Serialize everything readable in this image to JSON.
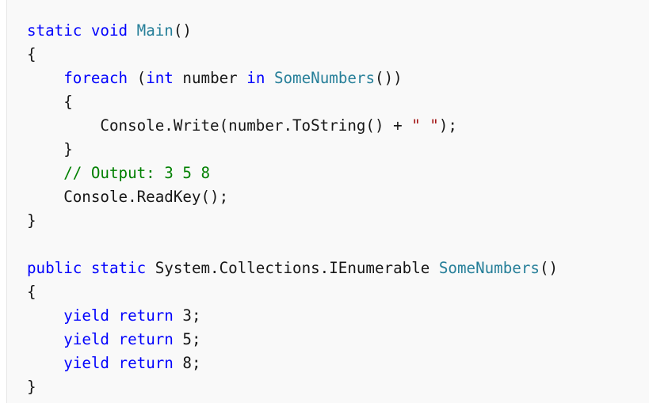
{
  "code": {
    "language": "C#",
    "colors": {
      "keyword": "#0101fd",
      "type_or_method": "#267f99",
      "string": "#a31515",
      "comment": "#008000",
      "plain": "#171717",
      "background": "#f9f9f9"
    },
    "lines": [
      [
        {
          "t": "static",
          "k": "kw"
        },
        {
          "t": " ",
          "k": "pl"
        },
        {
          "t": "void",
          "k": "kw"
        },
        {
          "t": " ",
          "k": "pl"
        },
        {
          "t": "Main",
          "k": "fn"
        },
        {
          "t": "()",
          "k": "pl"
        }
      ],
      [
        {
          "t": "{",
          "k": "pl"
        }
      ],
      [
        {
          "t": "    ",
          "k": "pl"
        },
        {
          "t": "foreach",
          "k": "kw"
        },
        {
          "t": " (",
          "k": "pl"
        },
        {
          "t": "int",
          "k": "kw"
        },
        {
          "t": " number ",
          "k": "pl"
        },
        {
          "t": "in",
          "k": "kw"
        },
        {
          "t": " ",
          "k": "pl"
        },
        {
          "t": "SomeNumbers",
          "k": "fn"
        },
        {
          "t": "())",
          "k": "pl"
        }
      ],
      [
        {
          "t": "    {",
          "k": "pl"
        }
      ],
      [
        {
          "t": "        Console.Write(number.ToString() + ",
          "k": "pl"
        },
        {
          "t": "\" \"",
          "k": "str"
        },
        {
          "t": ");",
          "k": "pl"
        }
      ],
      [
        {
          "t": "    }",
          "k": "pl"
        }
      ],
      [
        {
          "t": "    ",
          "k": "pl"
        },
        {
          "t": "// Output: 3 5 8",
          "k": "cm"
        }
      ],
      [
        {
          "t": "    Console.ReadKey();",
          "k": "pl"
        }
      ],
      [
        {
          "t": "}",
          "k": "pl"
        }
      ],
      [],
      [
        {
          "t": "public",
          "k": "kw"
        },
        {
          "t": " ",
          "k": "pl"
        },
        {
          "t": "static",
          "k": "kw"
        },
        {
          "t": " System.Collections.IEnumerable ",
          "k": "pl"
        },
        {
          "t": "SomeNumbers",
          "k": "fn"
        },
        {
          "t": "()",
          "k": "pl"
        }
      ],
      [
        {
          "t": "{",
          "k": "pl"
        }
      ],
      [
        {
          "t": "    ",
          "k": "pl"
        },
        {
          "t": "yield",
          "k": "kw"
        },
        {
          "t": " ",
          "k": "pl"
        },
        {
          "t": "return",
          "k": "kw"
        },
        {
          "t": " 3;",
          "k": "pl"
        }
      ],
      [
        {
          "t": "    ",
          "k": "pl"
        },
        {
          "t": "yield",
          "k": "kw"
        },
        {
          "t": " ",
          "k": "pl"
        },
        {
          "t": "return",
          "k": "kw"
        },
        {
          "t": " 5;",
          "k": "pl"
        }
      ],
      [
        {
          "t": "    ",
          "k": "pl"
        },
        {
          "t": "yield",
          "k": "kw"
        },
        {
          "t": " ",
          "k": "pl"
        },
        {
          "t": "return",
          "k": "kw"
        },
        {
          "t": " 8;",
          "k": "pl"
        }
      ],
      [
        {
          "t": "}",
          "k": "pl"
        }
      ]
    ]
  }
}
